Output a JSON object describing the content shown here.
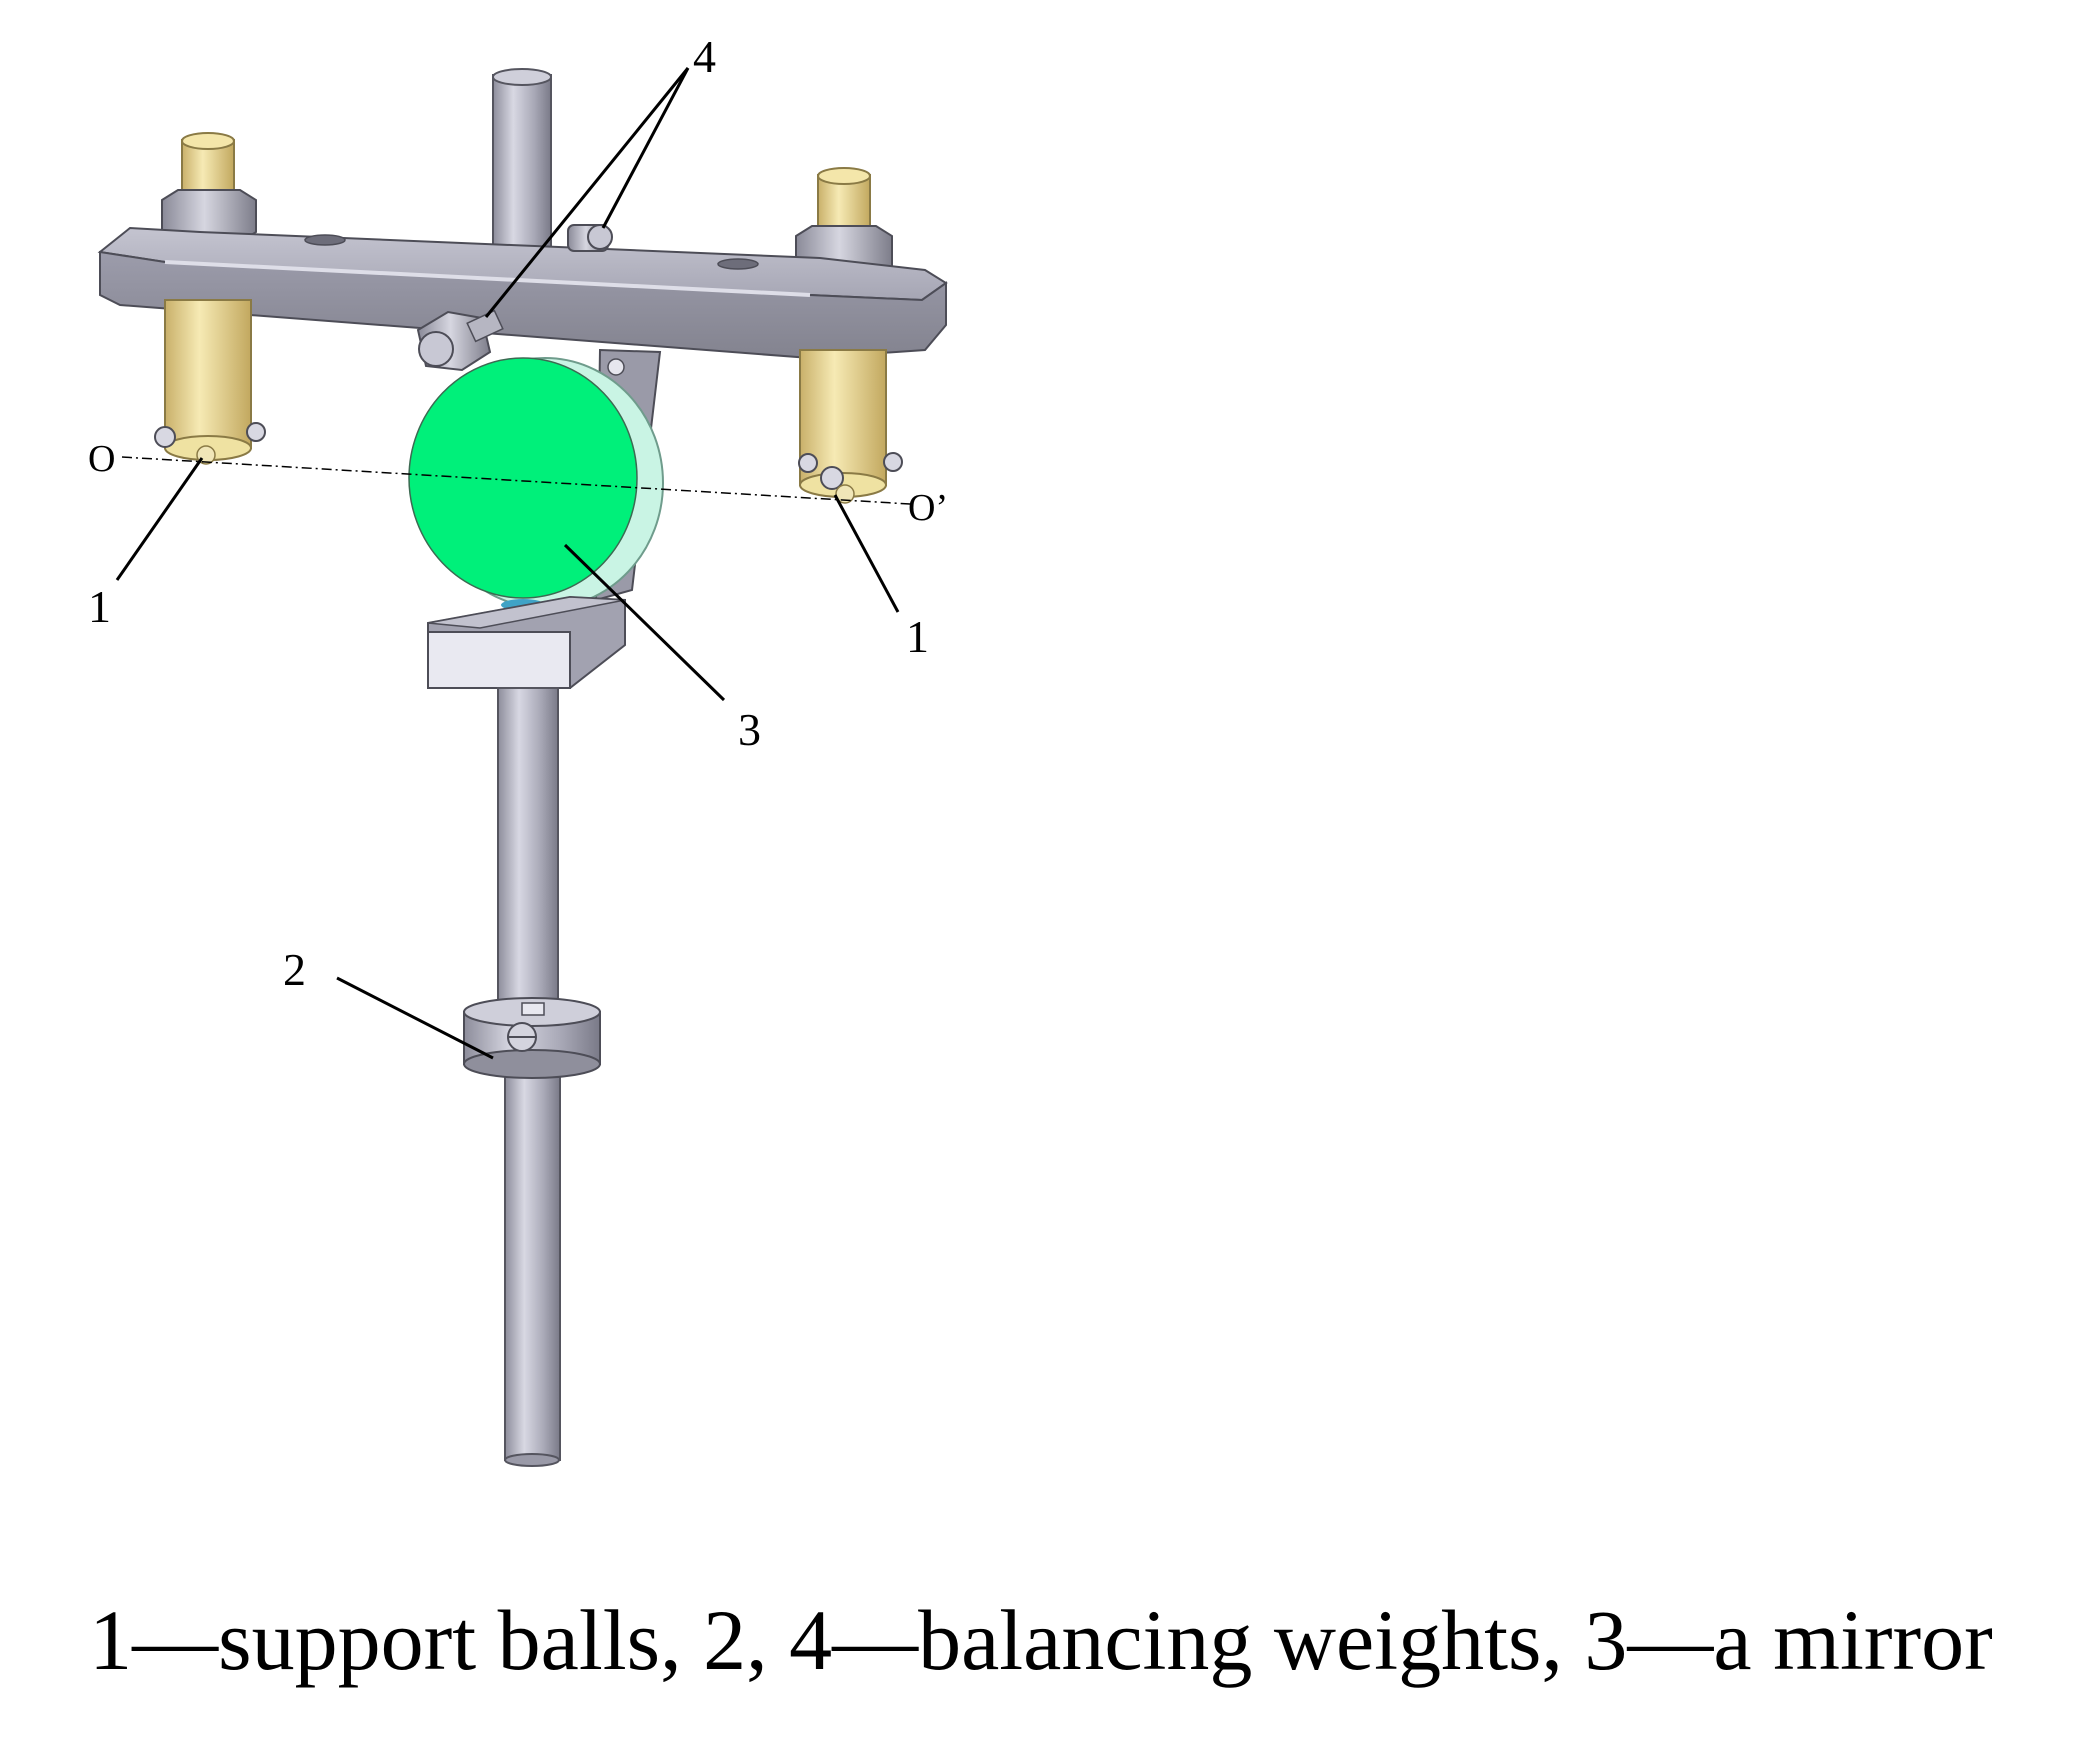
{
  "callouts": {
    "support_ball_left": "1",
    "support_ball_right": "1",
    "balancing_weight_lower": "2",
    "mirror": "3",
    "balancing_weight_upper": "4"
  },
  "axis": {
    "start_label": "O",
    "end_label": "O’"
  },
  "caption": "1—support balls, 2, 4—balancing weights, 3—a mirror",
  "colors": {
    "mirror": "#00f07a",
    "mirror_rim": "#c9f4e4",
    "metal": "#a9a9b8",
    "metal_light": "#d2d2de",
    "metal_dark": "#7a7a88",
    "brass": "#e4cf86",
    "brass_light": "#f6eab4",
    "ink": "#000000"
  }
}
